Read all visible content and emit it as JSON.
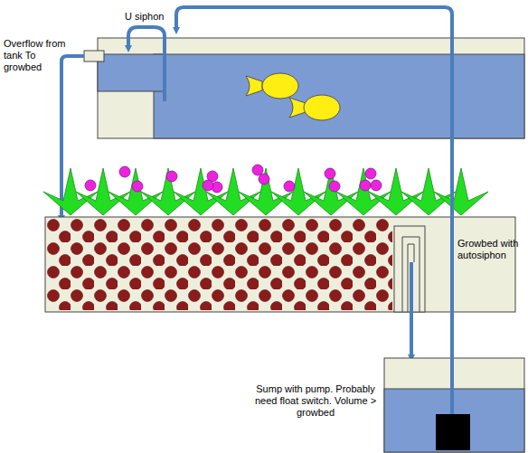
{
  "diagram": {
    "labels": [
      "U siphon",
      "Overflow from tank To growbed",
      "Growbed with autosiphon",
      "Sump with pump. Probably need float switch. Volume > growbed"
    ]
  }
}
